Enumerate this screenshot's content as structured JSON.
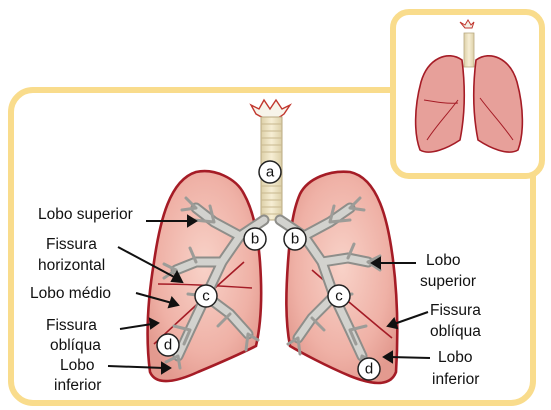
{
  "colors": {
    "frame": "#f9dc8c",
    "lung_outline": "#a51c26",
    "lung_fill": "#f2b8ae",
    "trachea": "#f1e6c4",
    "bronchi": "#b4b4b0",
    "label_text": "#111111",
    "badge_fill": "#ffffff"
  },
  "badges": {
    "trachea": "a",
    "left_main_bronchus": "b",
    "right_main_bronchus": "b",
    "left_lobar_bronchus": "c",
    "right_lobar_bronchus": "c",
    "left_segmental_bronchus": "d",
    "right_segmental_bronchus": "d"
  },
  "labels": {
    "left": {
      "lobo_superior": "Lobo superior",
      "fissura_horizontal_1": "Fissura",
      "fissura_horizontal_2": "horizontal",
      "lobo_medio": "Lobo médio",
      "fissura_obliqua_1": "Fissura",
      "fissura_obliqua_2": "oblíqua",
      "lobo_inferior_1": "Lobo",
      "lobo_inferior_2": "inferior"
    },
    "right": {
      "lobo_superior_1": "Lobo",
      "lobo_superior_2": "superior",
      "fissura_obliqua_1": "Fissura",
      "fissura_obliqua_2": "oblíqua",
      "lobo_inferior_1": "Lobo",
      "lobo_inferior_2": "inferior"
    }
  }
}
